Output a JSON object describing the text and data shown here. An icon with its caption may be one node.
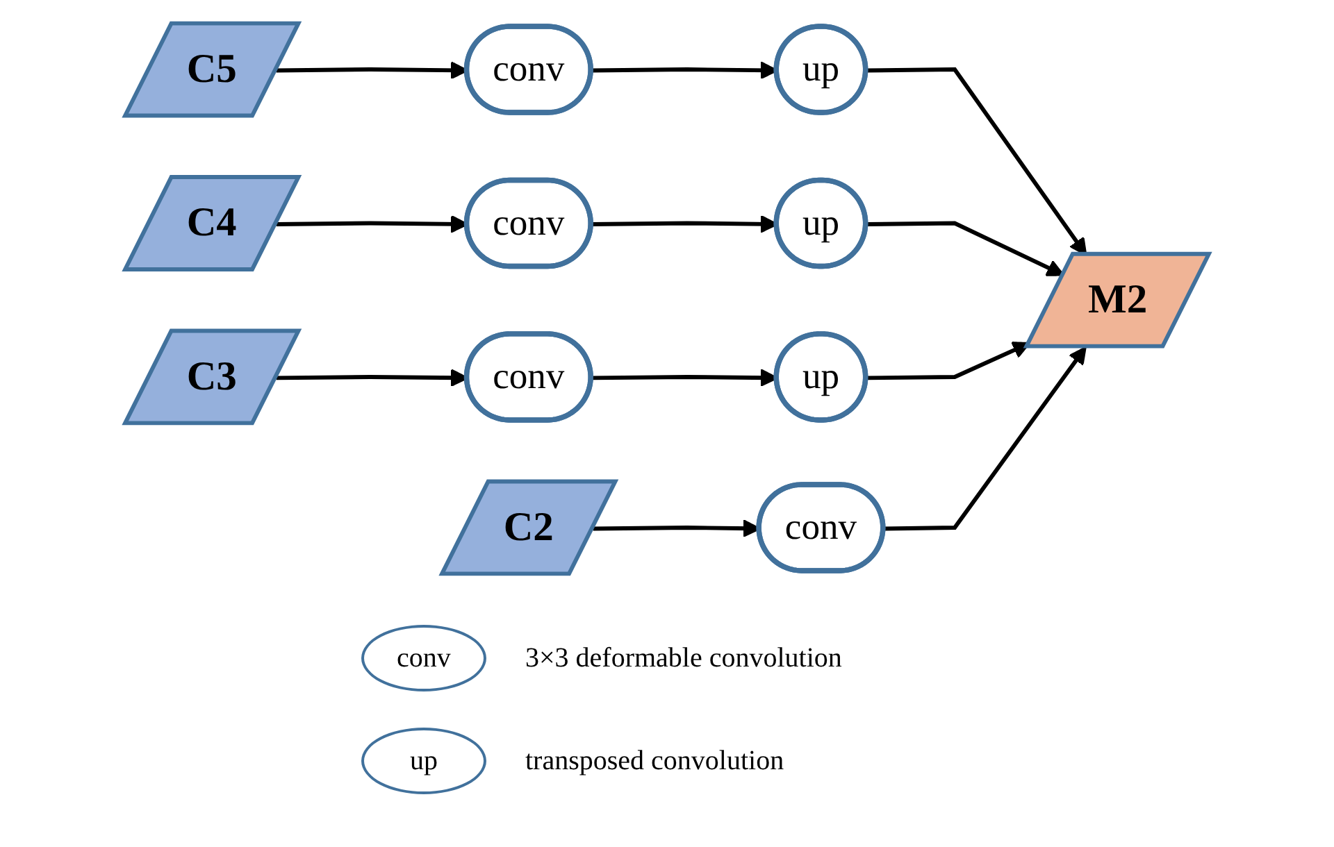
{
  "diagram": {
    "nodes": [
      {
        "text": [
          "C5"
        ]
      },
      {
        "text": [
          "conv"
        ]
      },
      {
        "text": [
          "up"
        ]
      },
      {
        "text": [
          "C4"
        ]
      },
      {
        "text": [
          "conv"
        ]
      },
      {
        "text": [
          "up"
        ]
      },
      {
        "text": [
          "M2"
        ]
      },
      {
        "text": [
          "C3"
        ]
      },
      {
        "text": [
          "conv"
        ]
      },
      {
        "text": [
          "up"
        ]
      },
      {
        "text": [
          "C2"
        ]
      },
      {
        "text": [
          "conv"
        ]
      },
      {
        "text": [
          "conv"
        ],
        "beside": [
          "3×3 deformable convolution"
        ]
      },
      {
        "text": [
          "up"
        ],
        "beside": [
          "transposed convolution"
        ]
      }
    ],
    "edges": [
      {
        "from": 0,
        "to": 1,
        "arrow": "to"
      },
      {
        "from": 1,
        "to": 2,
        "arrow": "to"
      },
      {
        "from": 2,
        "to": 6,
        "arrow": "to"
      },
      {
        "from": 3,
        "to": 4,
        "arrow": "to"
      },
      {
        "from": 4,
        "to": 5,
        "arrow": "to"
      },
      {
        "from": 5,
        "to": 6,
        "arrow": "to"
      },
      {
        "from": 7,
        "to": 8,
        "arrow": "to"
      },
      {
        "from": 8,
        "to": 9,
        "arrow": "to"
      },
      {
        "from": 9,
        "to": 6,
        "arrow": "to"
      },
      {
        "from": 10,
        "to": 11,
        "arrow": "to"
      },
      {
        "from": 11,
        "to": 6,
        "arrow": "to"
      }
    ]
  }
}
